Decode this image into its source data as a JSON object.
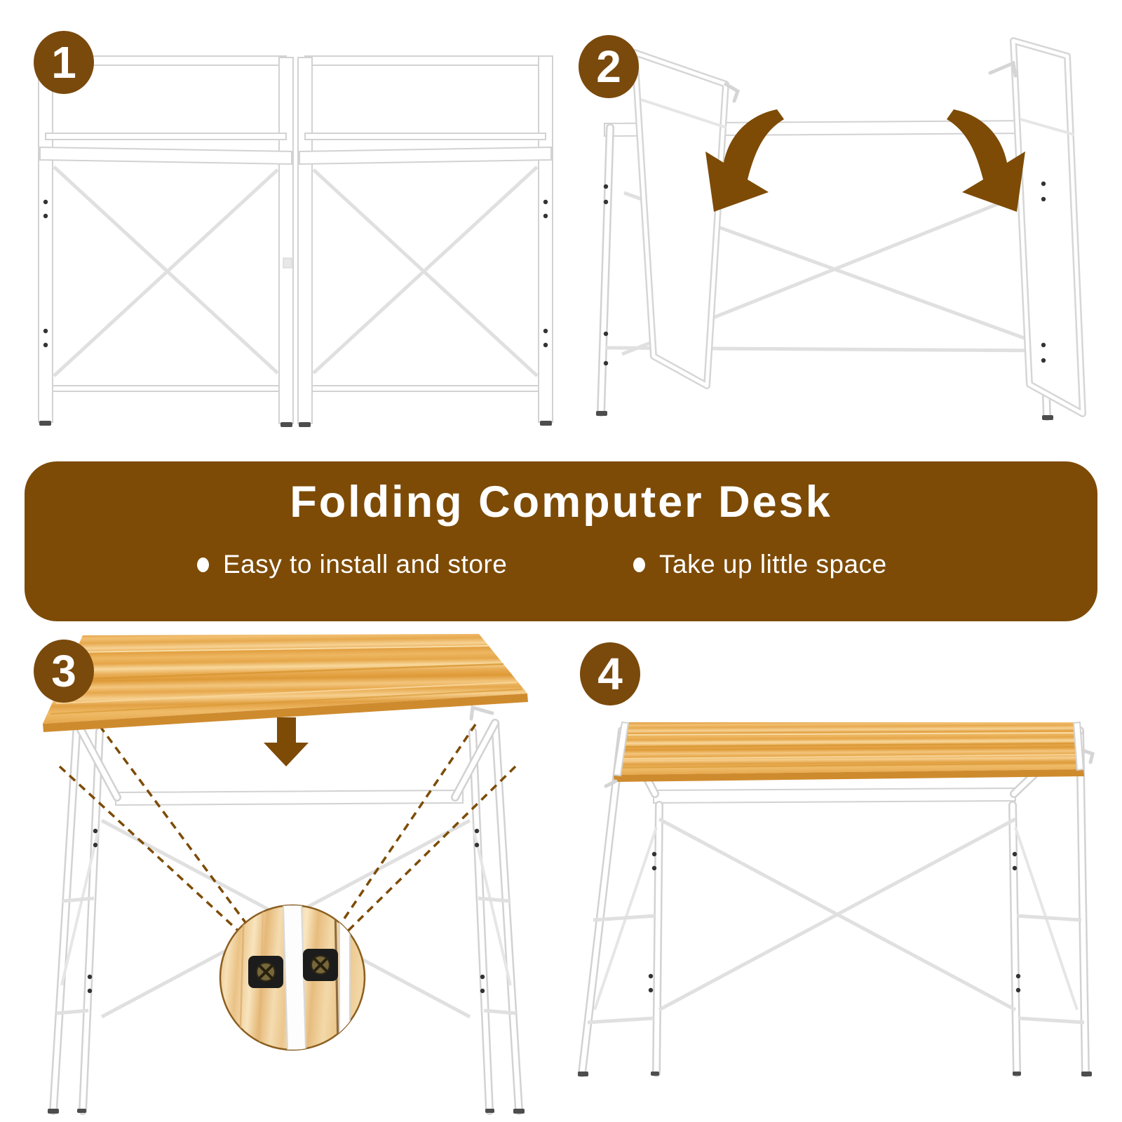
{
  "banner": {
    "title": "Folding Computer Desk",
    "bullets": [
      "Easy to install and store",
      "Take up little space"
    ],
    "background_color": "#7D4B06",
    "text_color": "#FFFFFF"
  },
  "steps": [
    {
      "number": "1"
    },
    {
      "number": "2"
    },
    {
      "number": "3"
    },
    {
      "number": "4"
    }
  ],
  "colors": {
    "accent_brown": "#7D4B06",
    "wood_base": "#E8A84C",
    "wood_light_streak": "#F6CE8C",
    "wood_dark_streak": "#DE9B36",
    "frame_outline": "#D2D2D2",
    "background": "#FFFFFF"
  }
}
